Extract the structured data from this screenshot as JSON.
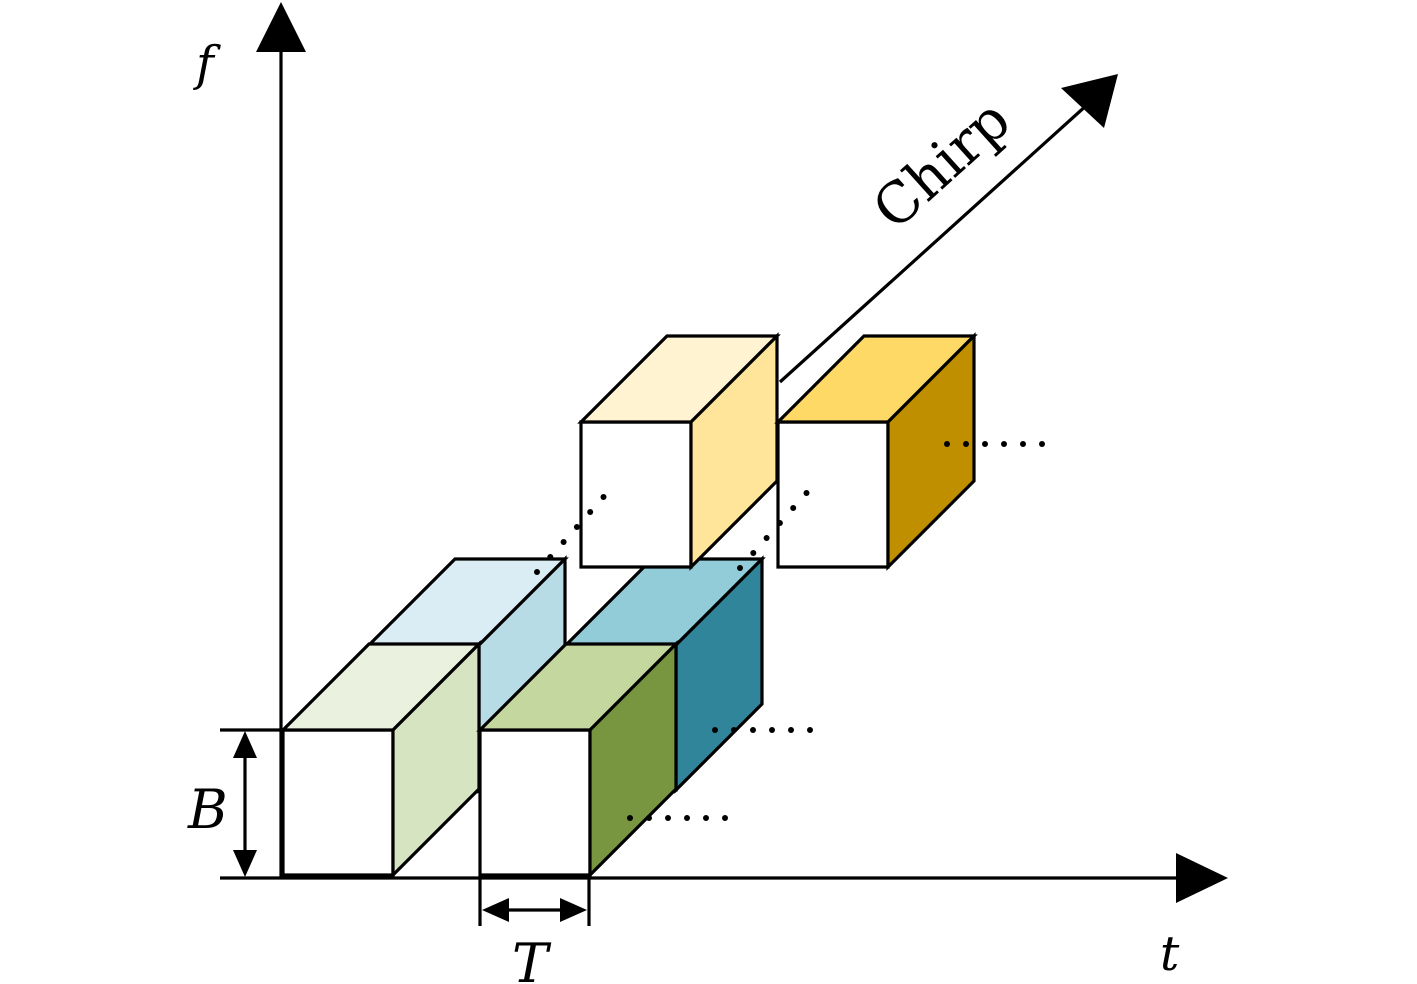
{
  "labels": {
    "f_axis": "f",
    "t_axis": "t",
    "chirp_axis": "Chirp",
    "bandwidth": "B",
    "period": "T"
  },
  "colors": {
    "green_row": {
      "light_top": "#eaf1df",
      "light_side": "#d7e4c1",
      "dark_top": "#c4d79f",
      "dark_side": "#789540"
    },
    "blue_row": {
      "light_top": "#dbedf4",
      "light_side": "#b8dce6",
      "dark_top": "#92ccd9",
      "dark_side": "#30859a"
    },
    "yellow_row": {
      "light_top": "#fff3d2",
      "light_side": "#ffe59a",
      "dark_top": "#ffd966",
      "dark_side": "#bf8f00"
    },
    "front_face": "#ffffff",
    "stroke": "#000000"
  }
}
